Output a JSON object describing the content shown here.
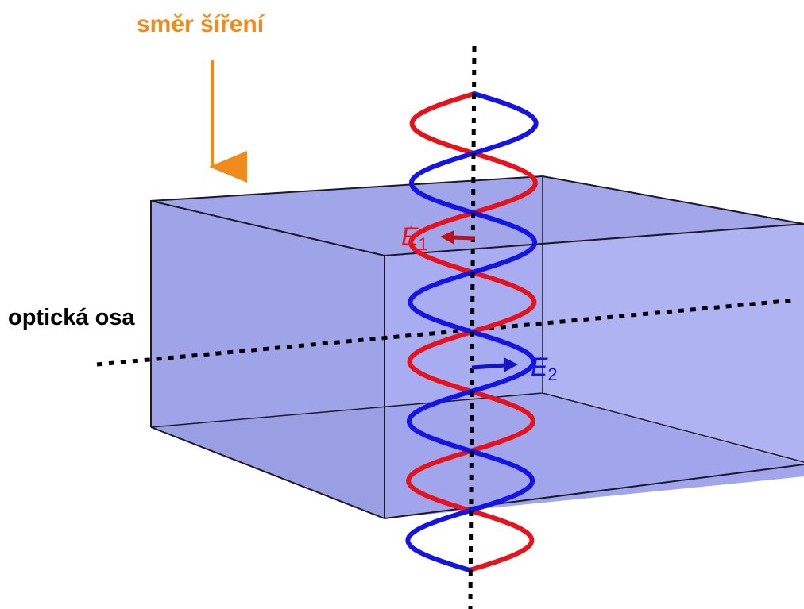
{
  "labels": {
    "propagation_direction": "směr šíření",
    "optic_axis": "optická osa",
    "field_1": {
      "symbol": "E",
      "subscript": "1",
      "arrow": "→"
    },
    "field_2": {
      "symbol": "E",
      "subscript": "2",
      "arrow": "→"
    }
  },
  "colors": {
    "propagation": "#f08a1c",
    "crystal_fill": "#9a9ee6",
    "crystal_edge": "#1a1a2a",
    "wave_1": "#e8121c",
    "wave_2": "#1414e6",
    "axis_line": "#000000"
  }
}
